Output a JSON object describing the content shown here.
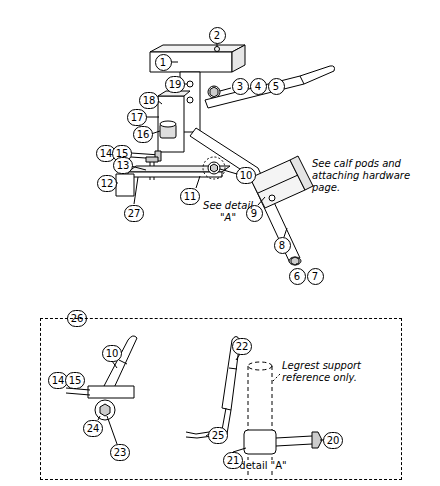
{
  "diagram": {
    "nodes": [
      {
        "text": [
          "2"
        ]
      },
      {
        "text": [
          "1"
        ]
      },
      {
        "text": [
          "19"
        ]
      },
      {
        "text": [
          "3"
        ]
      },
      {
        "text": [
          "4"
        ]
      },
      {
        "text": [
          "5"
        ]
      },
      {
        "text": [
          "18"
        ]
      },
      {
        "text": [
          "17"
        ]
      },
      {
        "text": [
          "16"
        ]
      },
      {
        "text": [
          "14"
        ]
      },
      {
        "text": [
          "15"
        ]
      },
      {
        "text": [
          "13"
        ]
      },
      {
        "text": [
          "10"
        ]
      },
      {
        "text": [
          "12"
        ]
      },
      {
        "text": [
          "11"
        ]
      },
      {
        "text": [
          "27"
        ]
      },
      {
        "text": [
          "9"
        ]
      },
      {
        "text": [
          "8"
        ]
      },
      {
        "text": [
          "6"
        ]
      },
      {
        "text": [
          "7"
        ]
      },
      {
        "text": [
          "26"
        ]
      },
      {
        "text": [
          "detail \"A\""
        ]
      },
      {
        "text": [
          "10"
        ],
        "in": 21
      },
      {
        "text": [
          "22"
        ],
        "in": 21
      },
      {
        "text": [
          "14"
        ],
        "in": 21
      },
      {
        "text": [
          "15"
        ],
        "in": 21
      },
      {
        "text": [
          "24"
        ],
        "in": 21
      },
      {
        "text": [
          "23"
        ],
        "in": 21
      },
      {
        "text": [
          "25"
        ],
        "in": 21
      },
      {
        "text": [
          "21"
        ],
        "in": 21
      },
      {
        "text": [
          "20"
        ],
        "in": 21
      }
    ],
    "labels": [
      "See calf pods and attaching hardware page.",
      "See detail \"A\"",
      "Legrest support reference only."
    ]
  }
}
